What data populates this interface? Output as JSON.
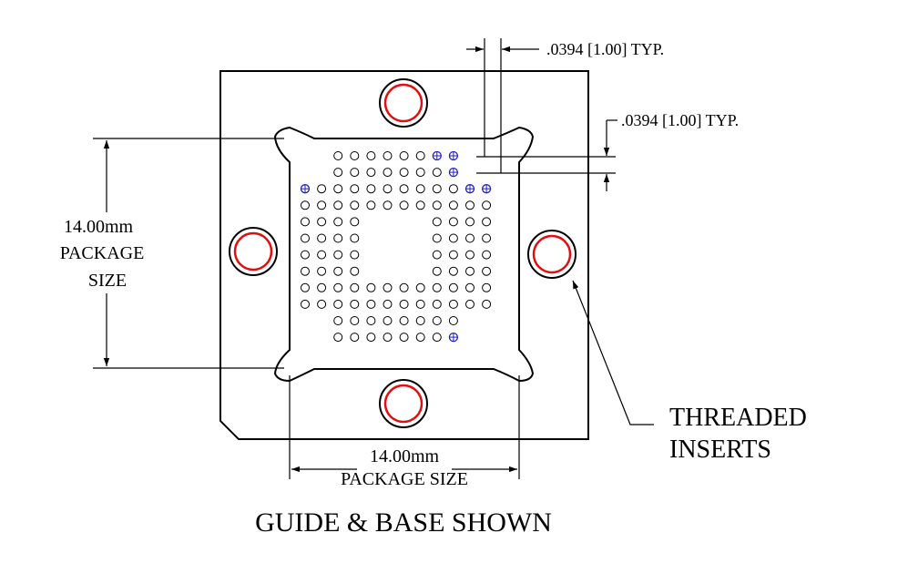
{
  "dims": {
    "top_pitch": ".0394 [1.00] TYP.",
    "side_pitch": ".0394 [1.00] TYP.",
    "vertical_size": [
      "14.00mm",
      "PACKAGE",
      "SIZE"
    ],
    "horizontal_size": [
      "14.00mm",
      "PACKAGE SIZE"
    ]
  },
  "callouts": {
    "threaded_inserts": [
      "THREADED",
      "INSERTS"
    ]
  },
  "title": "GUIDE & BASE SHOWN",
  "colors": {
    "line": "#000000",
    "insert_ring": "#e01010",
    "marked_pin": "#2020cc"
  },
  "pin_grid": {
    "size": 12,
    "pattern": [
      "  ........  ",
      "  ........  ",
      "............",
      "............",
      "....    ....",
      "....    ....",
      "....    ....",
      "....    ....",
      "............",
      "............",
      "  ........  ",
      "  ........  "
    ],
    "marked": [
      [
        0,
        8
      ],
      [
        0,
        9
      ],
      [
        1,
        9
      ],
      [
        2,
        0
      ],
      [
        2,
        10
      ],
      [
        2,
        11
      ],
      [
        11,
        9
      ]
    ]
  }
}
